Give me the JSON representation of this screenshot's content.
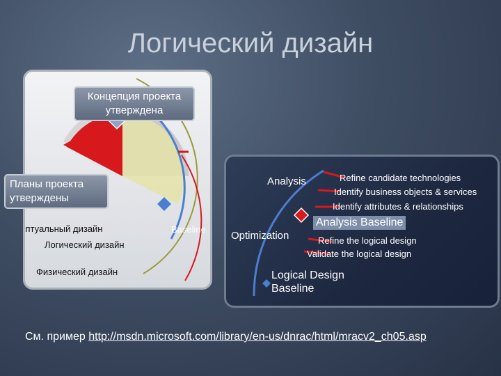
{
  "slide": {
    "title": "Логический дизайн"
  },
  "left": {
    "milestone_top": "Концепция проекта утверждена",
    "milestone_left": "Планы проекта утверждены",
    "stages": [
      "Концептуальный дизайн",
      "Логический дизайн",
      "Физический дизайн"
    ],
    "baseline": "Baseline"
  },
  "right": {
    "analysis": "Analysis",
    "optimization": "Optimization",
    "refine_candidate": "Refine candidate technologies",
    "identify_objects": "Identify business objects & services",
    "identify_attributes": "Identify attributes & relationships",
    "analysis_baseline": "Analysis Baseline",
    "refine_logical": "Refine the logical design",
    "validate_logical": "Validate the logical design",
    "logical_design_baseline": "Logical Design Baseline"
  },
  "footer": {
    "prefix": "См. пример",
    "url": "http://msdn.microsoft.com/library/en-us/dnrac/html/mracv2_ch05.asp"
  },
  "colors": {
    "accent_red": "#d7181c",
    "arc_blue": "#4a7fd0",
    "arc_olive": "#9a9a3a"
  }
}
